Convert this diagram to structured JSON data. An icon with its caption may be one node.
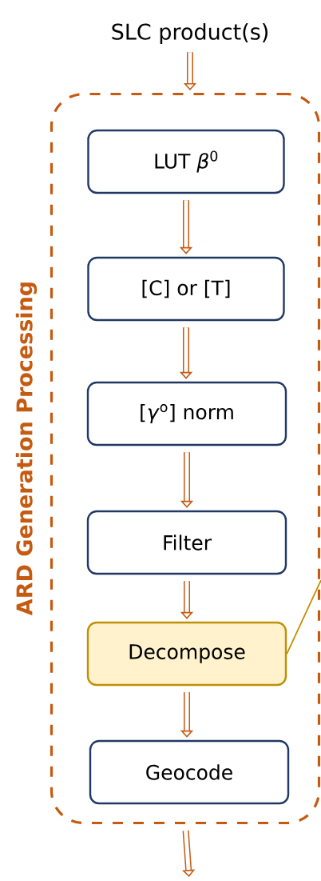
{
  "diagram": {
    "nodes": [
      {
        "text": [
          "SLC product(s)"
        ]
      },
      {
        "text": [
          "ARD Generation Processing"
        ]
      },
      {
        "text": [
          "LUT *β*$^{0}$"
        ],
        "in": 1
      },
      {
        "text": [
          "[C] or [T]"
        ],
        "in": 1
      },
      {
        "text": [
          "[*γ*$^{o}$] norm"
        ],
        "in": 1
      },
      {
        "text": [
          "Filter"
        ],
        "in": 1
      },
      {
        "text": [
          "Decompose"
        ],
        "in": 1
      },
      {
        "text": [
          "Geocode"
        ],
        "in": 1
      }
    ],
    "edges": [
      {
        "from": 0,
        "to": 1,
        "arrow": "to"
      },
      {
        "from": 2,
        "to": 3,
        "arrow": "to"
      },
      {
        "from": 3,
        "to": 4,
        "arrow": "to"
      },
      {
        "from": 4,
        "to": 5,
        "arrow": "to"
      },
      {
        "from": 5,
        "to": 6,
        "arrow": "to"
      },
      {
        "from": 6,
        "to": 7,
        "arrow": "to"
      },
      {
        "from": 1,
        "to": null,
        "arrow": "to"
      },
      {
        "from": 6,
        "to": null,
        "arrow": "none",
        "color": "#bf9000"
      }
    ]
  }
}
